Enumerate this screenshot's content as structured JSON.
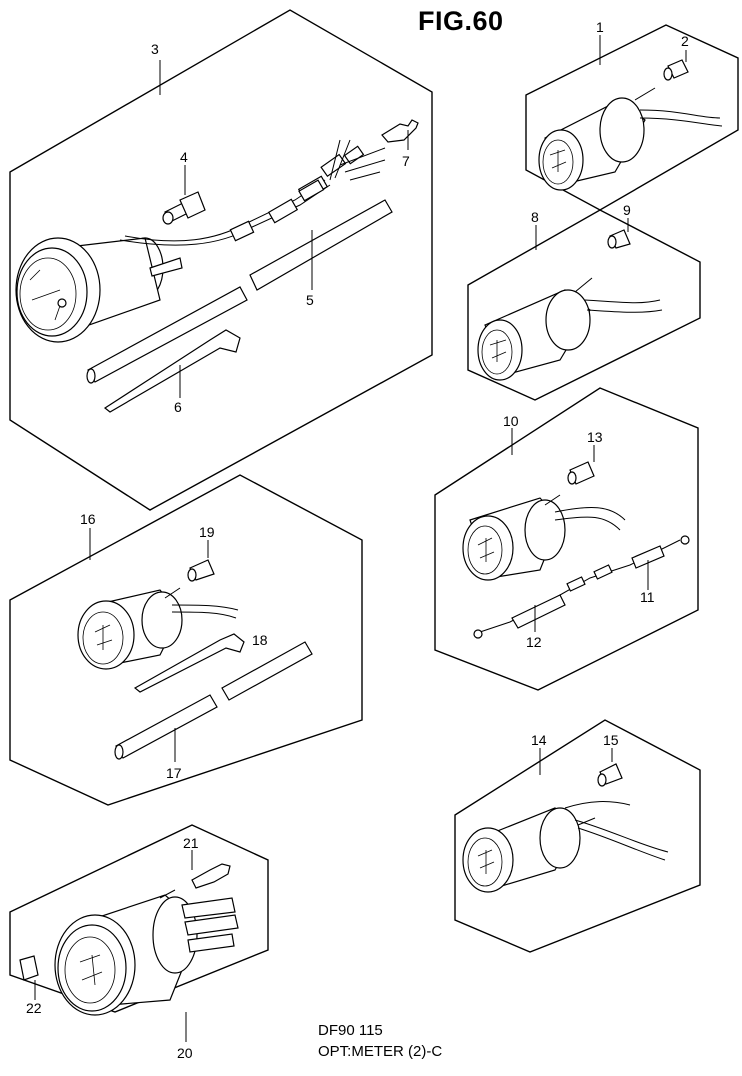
{
  "figure": {
    "title": "FIG.60"
  },
  "footer": {
    "model": "DF90 115",
    "caption": "OPT:METER (2)-C"
  },
  "parts": {
    "p1": "1",
    "p2": "2",
    "p3": "3",
    "p4": "4",
    "p5": "5",
    "p6": "6",
    "p7": "7",
    "p8": "8",
    "p9": "9",
    "p10": "10",
    "p11": "11",
    "p12": "12",
    "p13": "13",
    "p14": "14",
    "p15": "15",
    "p16": "16",
    "p17": "17",
    "p18": "18",
    "p19": "19",
    "p20": "20",
    "p21": "21",
    "p22": "22"
  }
}
